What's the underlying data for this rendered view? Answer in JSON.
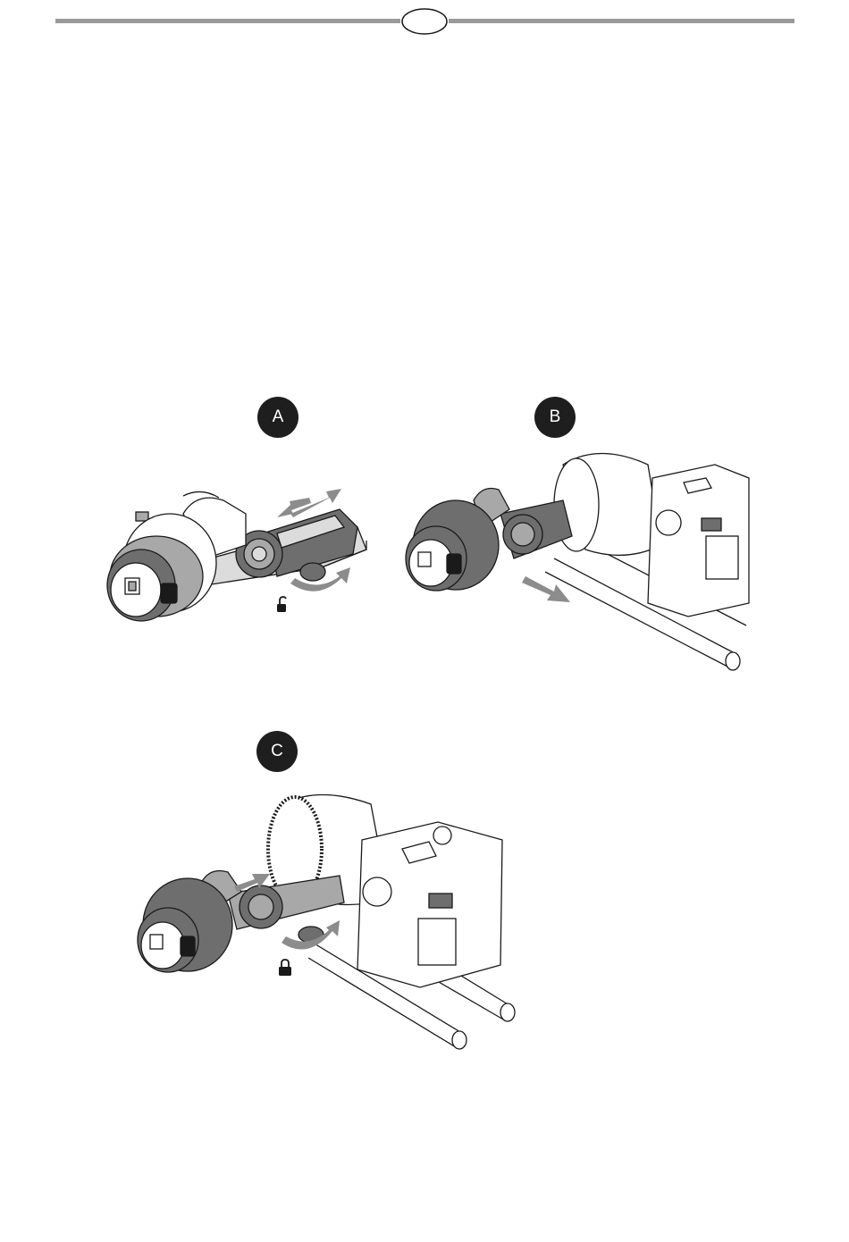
{
  "header": {
    "page_number": ""
  },
  "steps": [
    {
      "label": "A"
    },
    {
      "label": "B"
    },
    {
      "label": "C"
    }
  ],
  "colors": {
    "rule": "#9a9a9a",
    "badge": "#1e1e1e",
    "line_art": "#1a1a1a",
    "shade_dark": "#6e6e6e",
    "shade_mid": "#a8a8a8",
    "shade_light": "#dcdcdc",
    "arrow": "#8c8c8c"
  }
}
